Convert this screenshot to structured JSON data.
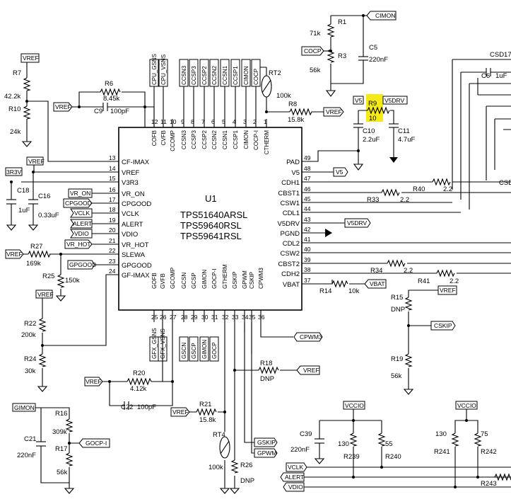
{
  "ic": {
    "ref": "U1",
    "parts": [
      "TPS51640ARSL",
      "TPS59640RSL",
      "TPS59641RSL"
    ],
    "top_pins": [
      {
        "num": "12",
        "name": "COFB"
      },
      {
        "num": "11",
        "name": "CVFB"
      },
      {
        "num": "10",
        "name": "CCOMP"
      },
      {
        "num": "9",
        "name": "CCSN3"
      },
      {
        "num": "8",
        "name": "CCSP3"
      },
      {
        "num": "7",
        "name": "CCSP2"
      },
      {
        "num": "6",
        "name": "CCSN2"
      },
      {
        "num": "5",
        "name": "CCSN1"
      },
      {
        "num": "4",
        "name": "CCSP1"
      },
      {
        "num": "3",
        "name": "CIMON"
      },
      {
        "num": "2",
        "name": "COCP-I"
      },
      {
        "num": "1",
        "name": "CTHERM"
      }
    ],
    "left_pins": [
      {
        "num": "13",
        "name": "CF-IMAX"
      },
      {
        "num": "14",
        "name": "VREF"
      },
      {
        "num": "15",
        "name": "V3R3"
      },
      {
        "num": "16",
        "name": "VR_ON"
      },
      {
        "num": "17",
        "name": "CPGOOD"
      },
      {
        "num": "18",
        "name": "VCLK"
      },
      {
        "num": "19",
        "name": "ALERT"
      },
      {
        "num": "20",
        "name": "VDIO"
      },
      {
        "num": "21",
        "name": "VR_HOT"
      },
      {
        "num": "22",
        "name": "SLEWA"
      },
      {
        "num": "23",
        "name": "GPGOOD"
      },
      {
        "num": "24",
        "name": "GF-IMAX"
      }
    ],
    "bottom_pins": [
      {
        "num": "25",
        "name": "GOFB"
      },
      {
        "num": "26",
        "name": "GVFB"
      },
      {
        "num": "27",
        "name": "GCOMP"
      },
      {
        "num": "28",
        "name": "GCSN"
      },
      {
        "num": "29",
        "name": "GCSP"
      },
      {
        "num": "30",
        "name": "GIMON"
      },
      {
        "num": "31",
        "name": "GOCP-I"
      },
      {
        "num": "32",
        "name": "GTHERM"
      },
      {
        "num": "33",
        "name": "GSKIP"
      },
      {
        "num": "34",
        "name": "GPWM"
      },
      {
        "num": "35",
        "name": "CSKIP"
      },
      {
        "num": "36",
        "name": "CPWM3"
      }
    ],
    "right_pins": [
      {
        "num": "49",
        "name": "PAD"
      },
      {
        "num": "48",
        "name": "V5"
      },
      {
        "num": "47",
        "name": "CDH1"
      },
      {
        "num": "46",
        "name": "CBST1"
      },
      {
        "num": "45",
        "name": "CSW1"
      },
      {
        "num": "44",
        "name": "CDL1"
      },
      {
        "num": "43",
        "name": "V5DRV"
      },
      {
        "num": "42",
        "name": "PGND"
      },
      {
        "num": "41",
        "name": "CDL2"
      },
      {
        "num": "40",
        "name": "CSW2"
      },
      {
        "num": "39",
        "name": "CBST2"
      },
      {
        "num": "38",
        "name": "CDH2"
      },
      {
        "num": "37",
        "name": "VBAT"
      }
    ]
  },
  "components": {
    "R1": {
      "ref": "R1",
      "value": "71k"
    },
    "R3": {
      "ref": "R3",
      "value": "56k"
    },
    "C5": {
      "ref": "C5",
      "value": "220nF"
    },
    "R7": {
      "ref": "R7",
      "value": "42.2k"
    },
    "R10": {
      "ref": "R10",
      "value": "24k"
    },
    "R6": {
      "ref": "R6",
      "value": "8.45k"
    },
    "C9": {
      "ref": "C9",
      "value": "100pF"
    },
    "RT2": {
      "ref": "RT2",
      "value": "100k"
    },
    "R8": {
      "ref": "R8",
      "value": "15.8k"
    },
    "R9": {
      "ref": "R9",
      "value": "10"
    },
    "C10": {
      "ref": "C10",
      "value": "2.2uF"
    },
    "C11": {
      "ref": "C11",
      "value": "4.7uF"
    },
    "C18": {
      "ref": "C18",
      "value": "1uF"
    },
    "C16": {
      "ref": "C16",
      "value": "0.33uF"
    },
    "R27": {
      "ref": "R27",
      "value": "169k"
    },
    "R25": {
      "ref": "R25",
      "value": "150k"
    },
    "R22": {
      "ref": "R22",
      "value": "200k"
    },
    "R24": {
      "ref": "R24",
      "value": "30k"
    },
    "R20": {
      "ref": "R20",
      "value": "4.12k"
    },
    "C22": {
      "ref": "C22",
      "value": "100pF"
    },
    "R16": {
      "ref": "R16",
      "value": "309k"
    },
    "R17": {
      "ref": "R17",
      "value": "56k"
    },
    "C21": {
      "ref": "C21",
      "value": "220nF"
    },
    "R21": {
      "ref": "R21",
      "value": "15.8k"
    },
    "RT4": {
      "ref": "RT4",
      "value": "100k"
    },
    "R26": {
      "ref": "R26",
      "value": "DNP"
    },
    "R18": {
      "ref": "R18",
      "value": "DNP"
    },
    "R15": {
      "ref": "R15",
      "value": "DNP"
    },
    "R19": {
      "ref": "R19",
      "value": "56k"
    },
    "R40": {
      "ref": "R40",
      "value": "2.2"
    },
    "R33": {
      "ref": "R33",
      "value": "2.2"
    },
    "R34": {
      "ref": "R34",
      "value": "2.2"
    },
    "R41": {
      "ref": "R41",
      "value": "2.2"
    },
    "R14": {
      "ref": "R14",
      "value": "10k"
    },
    "C6": {
      "ref": "C6",
      "value": "1uF"
    },
    "C39": {
      "ref": "C39",
      "value": "220nF"
    },
    "R239": {
      "ref": "R239",
      "value": "130"
    },
    "R240": {
      "ref": "R240",
      "value": "55"
    },
    "R241": {
      "ref": "R241",
      "value": "130"
    },
    "R242": {
      "ref": "R242",
      "value": "75"
    },
    "R243": {
      "ref": "R243"
    }
  },
  "nets": {
    "CIMON": "CIMON",
    "COCP": "COCP",
    "VREF": "VREF",
    "V5": "V5",
    "V5DRV": "V5DRV",
    "3R3V": "3R3V",
    "VR_ON": "VR_ON",
    "CPGOOD": "CPGOOD",
    "VCLK": "VCLK",
    "ALERT": "ALERT",
    "VDIO": "VDIO",
    "VR_HOT": "VR_HOT",
    "GPGOOD": "GPGOOD",
    "VBAT": "VBAT",
    "CSKIP": "CSKIP",
    "CPWM3": "CPWM3",
    "GSKIP": "GSKIP",
    "GPWM": "GPWM",
    "GIMON": "GIMON",
    "GOCP": "GOCP",
    "GOCP_I": "GOCP-I",
    "VCCIO": "VCCIO",
    "CSD17": "CSD17",
    "CSD": "CSD"
  },
  "top_labels": [
    "CPU_GSNS",
    "CPU_VSNS",
    "CCSN3",
    "CCSP3",
    "CCSP2",
    "CCSN2",
    "CCSN1",
    "CCSP1",
    "CIMON",
    "COCP"
  ],
  "bottom_labels": [
    "GFX_GSNS",
    "GFX_VSNS",
    "GSCN",
    "GSCP",
    "GIMON",
    "GOCP"
  ]
}
